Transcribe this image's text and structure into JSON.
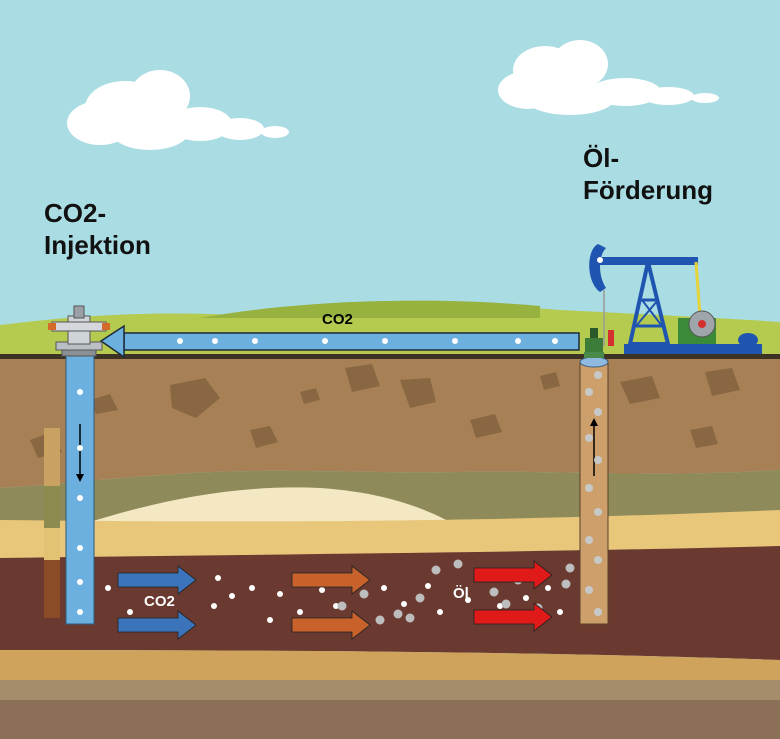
{
  "labels": {
    "injection_line1": "CO2-",
    "injection_line2": "Injektion",
    "production_line1": "Öl-",
    "production_line2": "Förderung",
    "pipe_gas": "CO2",
    "reservoir_gas": "CO2",
    "reservoir_oil": "Öl"
  },
  "colors": {
    "sky": "#a9dce3",
    "grass": "#b5cb4f",
    "soil": "#a78155",
    "reservoir": "#6a3a31",
    "co2_pipe": "#6bb0de",
    "co2_arrow": "#3c74bc",
    "transition_arrow": "#c9622a",
    "oil_arrow": "#e01919",
    "production_well": "#cd9f6b",
    "pump_jack": "#1f54b0"
  },
  "icons": [
    "cloud",
    "cloud",
    "wellhead-valve",
    "pump-jack",
    "flow-arrow"
  ]
}
